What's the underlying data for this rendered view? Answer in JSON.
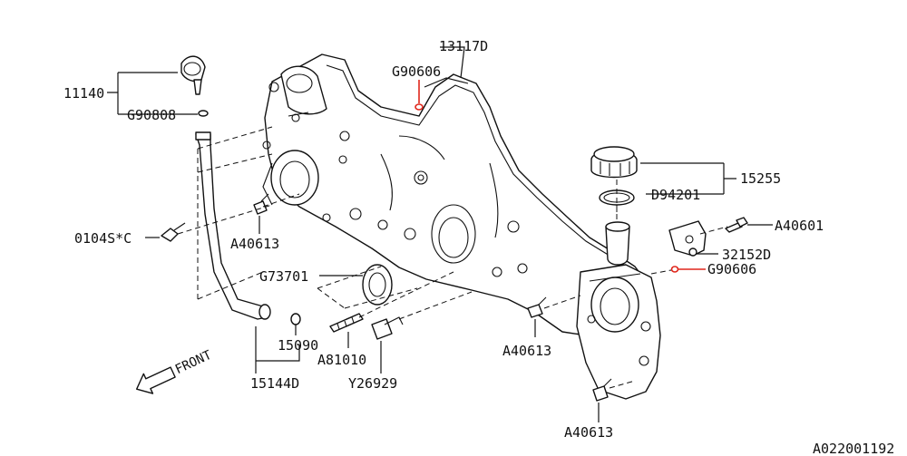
{
  "diagram": {
    "doc_code": "A022001192",
    "front_label": "FRONT",
    "accent_color": "#e0261b",
    "labels": {
      "p13117": "13117D",
      "p11140": "11140",
      "pG90606_top": "G90606",
      "pG90808": "G90808",
      "p15255": "15255",
      "pD94201": "D94201",
      "p0104": "0104S*C",
      "pA40613_left": "A40613",
      "pA40601": "A40601",
      "p32152": "32152D",
      "pG90606_right": "G90606",
      "pG73701": "G73701",
      "p15090": "15090",
      "pA81010": "A81010",
      "pA40613_mid": "A40613",
      "p15144": "15144D",
      "pY26929": "Y26929",
      "pA40613_bottom": "A40613"
    }
  }
}
